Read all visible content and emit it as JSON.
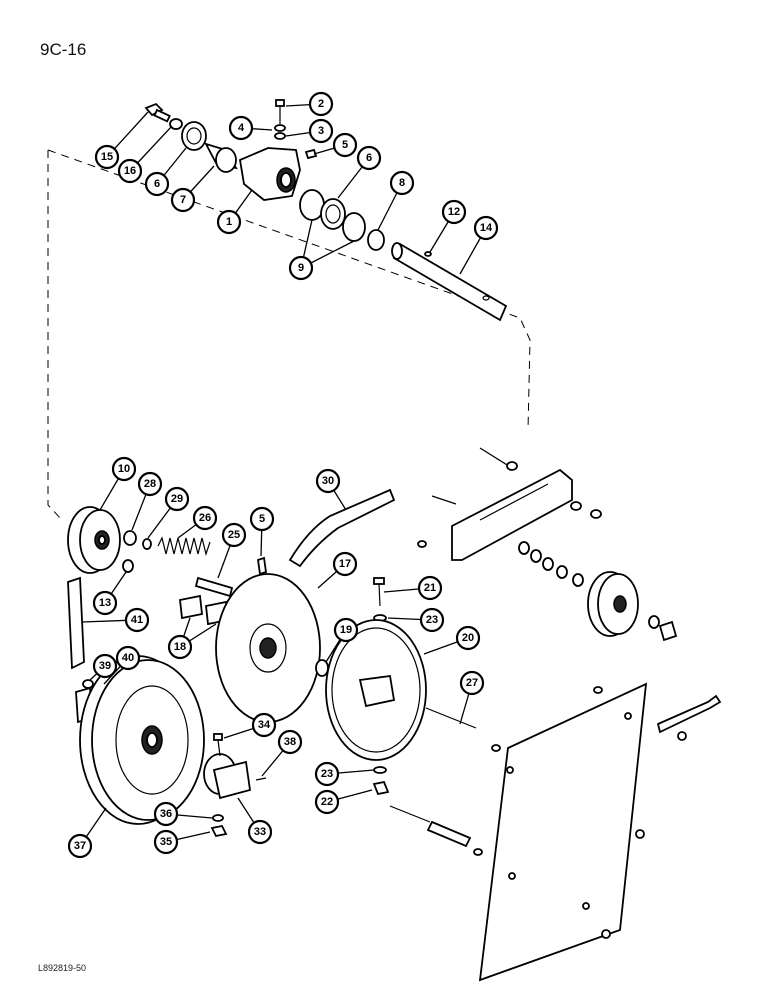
{
  "page": {
    "number": "9C-16",
    "reference": "L892819-50"
  },
  "callouts": [
    {
      "id": "c1",
      "label": "1"
    },
    {
      "id": "c2",
      "label": "2"
    },
    {
      "id": "c3",
      "label": "3"
    },
    {
      "id": "c4",
      "label": "4"
    },
    {
      "id": "c5a",
      "label": "5"
    },
    {
      "id": "c6a",
      "label": "6"
    },
    {
      "id": "c6b",
      "label": "6"
    },
    {
      "id": "c7",
      "label": "7"
    },
    {
      "id": "c8",
      "label": "8"
    },
    {
      "id": "c9",
      "label": "9"
    },
    {
      "id": "c12",
      "label": "12"
    },
    {
      "id": "c14",
      "label": "14"
    },
    {
      "id": "c15",
      "label": "15"
    },
    {
      "id": "c16",
      "label": "16"
    },
    {
      "id": "c10",
      "label": "10"
    },
    {
      "id": "c28",
      "label": "28"
    },
    {
      "id": "c29",
      "label": "29"
    },
    {
      "id": "c26",
      "label": "26"
    },
    {
      "id": "c25",
      "label": "25"
    },
    {
      "id": "c5b",
      "label": "5"
    },
    {
      "id": "c30",
      "label": "30"
    },
    {
      "id": "c17",
      "label": "17"
    },
    {
      "id": "c21",
      "label": "21"
    },
    {
      "id": "c23a",
      "label": "23"
    },
    {
      "id": "c13",
      "label": "13"
    },
    {
      "id": "c41",
      "label": "41"
    },
    {
      "id": "c18",
      "label": "18"
    },
    {
      "id": "c19",
      "label": "19"
    },
    {
      "id": "c20",
      "label": "20"
    },
    {
      "id": "c39",
      "label": "39"
    },
    {
      "id": "c40",
      "label": "40"
    },
    {
      "id": "c27",
      "label": "27"
    },
    {
      "id": "c34",
      "label": "34"
    },
    {
      "id": "c38",
      "label": "38"
    },
    {
      "id": "c23b",
      "label": "23"
    },
    {
      "id": "c22",
      "label": "22"
    },
    {
      "id": "c36",
      "label": "36"
    },
    {
      "id": "c35",
      "label": "35"
    },
    {
      "id": "c33",
      "label": "33"
    },
    {
      "id": "c37",
      "label": "37"
    }
  ]
}
